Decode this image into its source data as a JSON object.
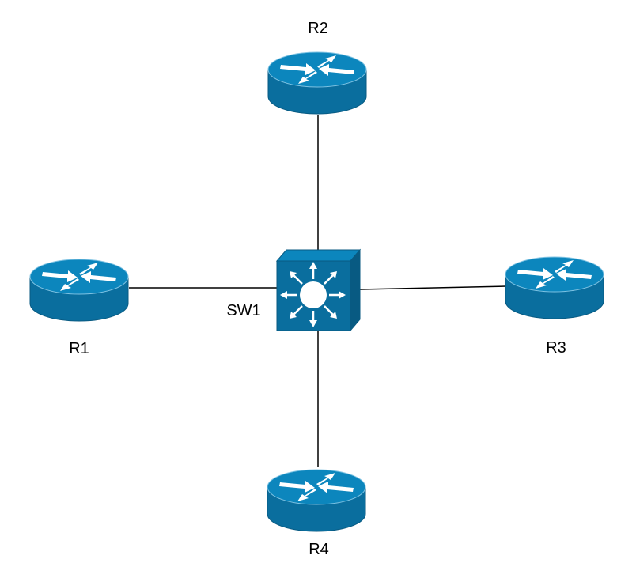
{
  "colors": {
    "device_fill": "#0a6e9e",
    "device_top": "#0c86bd",
    "device_edge": "#085a82",
    "arrow": "#ffffff",
    "link": "#000000"
  },
  "nodes": {
    "r1": {
      "label": "R1",
      "icon": "router-icon"
    },
    "r2": {
      "label": "R2",
      "icon": "router-icon"
    },
    "r3": {
      "label": "R3",
      "icon": "router-icon"
    },
    "r4": {
      "label": "R4",
      "icon": "router-icon"
    },
    "sw1": {
      "label": "SW1",
      "icon": "layer3-switch-icon"
    }
  },
  "links": [
    {
      "from": "sw1",
      "to": "r1"
    },
    {
      "from": "sw1",
      "to": "r2"
    },
    {
      "from": "sw1",
      "to": "r3"
    },
    {
      "from": "sw1",
      "to": "r4"
    }
  ]
}
